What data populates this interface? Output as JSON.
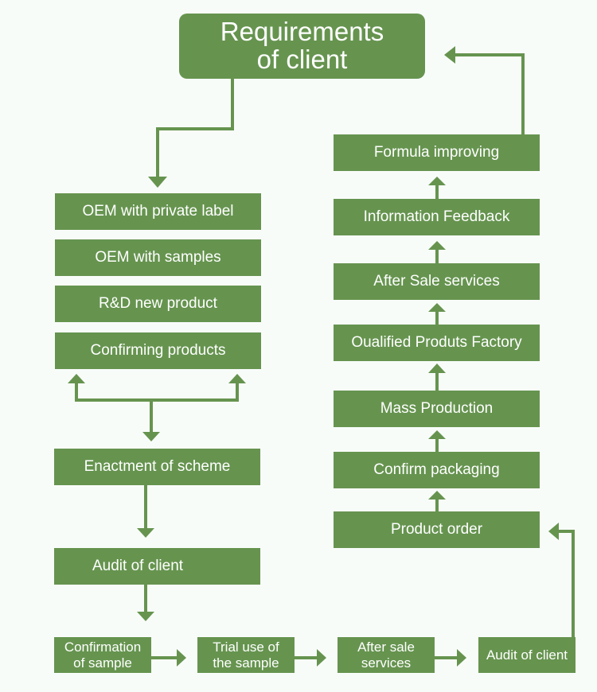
{
  "diagram": {
    "title": "Requirements\nof client",
    "left_column": [
      {
        "id": "oem-private-label",
        "label": "OEM with private label"
      },
      {
        "id": "oem-samples",
        "label": "OEM with samples"
      },
      {
        "id": "rd-new-product",
        "label": "R&D new product"
      },
      {
        "id": "confirming-products",
        "label": "Confirming products"
      },
      {
        "id": "enactment-of-scheme",
        "label": "Enactment of scheme"
      },
      {
        "id": "audit-of-client-left",
        "label": "Audit of client"
      }
    ],
    "bottom_row": [
      {
        "id": "confirmation-of-sample",
        "label": "Confirmation\nof sample"
      },
      {
        "id": "trial-use-of-sample",
        "label": "Trial use of\nthe sample"
      },
      {
        "id": "after-sale-services-bottom",
        "label": "After sale\nservices"
      },
      {
        "id": "audit-of-client-bottom",
        "label": "Audit of client"
      }
    ],
    "right_column": [
      {
        "id": "formula-improving",
        "label": "Formula improving"
      },
      {
        "id": "information-feedback",
        "label": "Information Feedback"
      },
      {
        "id": "after-sale-services-right",
        "label": "After Sale services"
      },
      {
        "id": "qualified-products-factory",
        "label": "Oualified Produts Factory"
      },
      {
        "id": "mass-production",
        "label": "Mass Production"
      },
      {
        "id": "confirm-packaging",
        "label": "Confirm packaging"
      },
      {
        "id": "product-order",
        "label": "Product order"
      }
    ],
    "colors": {
      "box_fill": "#66944f",
      "box_text": "#ffffff",
      "connector": "#66944f",
      "background": "#f8fcf9"
    }
  }
}
